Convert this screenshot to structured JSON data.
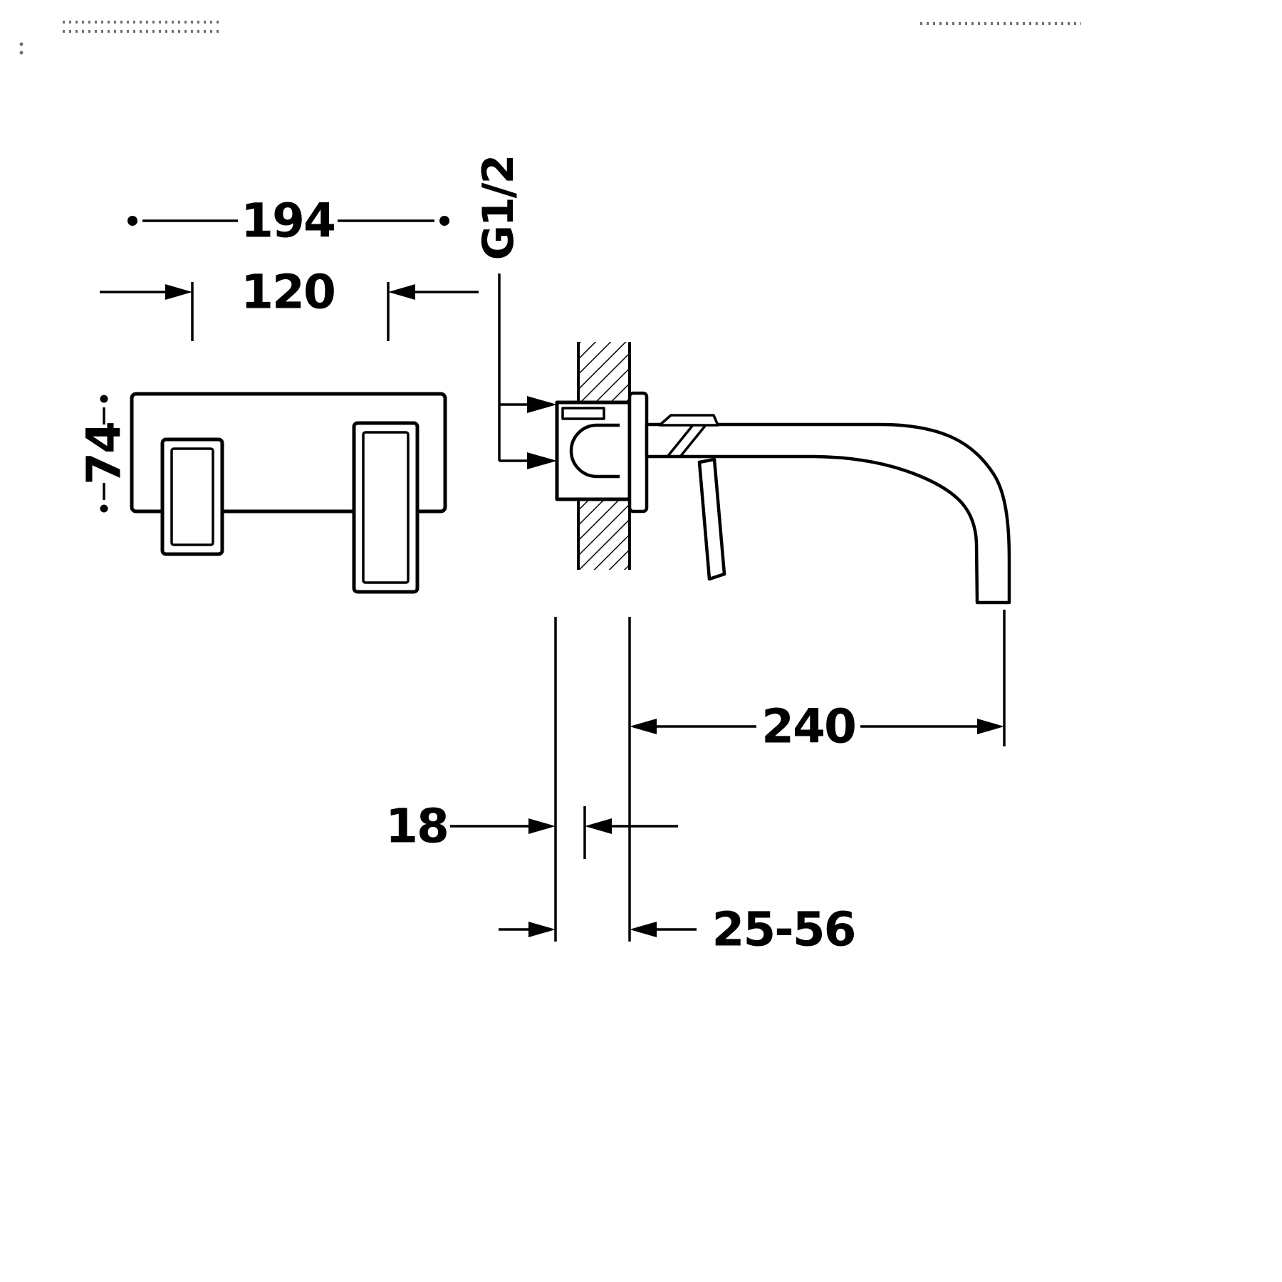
{
  "page": {
    "background": "#ffffff",
    "line_color": "#000000",
    "artifact_color": "#6f6f6f"
  },
  "drawing": {
    "type": "technical_dimension_drawing",
    "views": [
      "front",
      "side-section"
    ],
    "dimensions": {
      "overall_width": "194",
      "centre_distance": "120",
      "plate_height": "74",
      "inlet_thread": "G1/2",
      "spout_projection": "240",
      "trim_thickness": "18",
      "recess_depth_range": "25-56"
    }
  }
}
